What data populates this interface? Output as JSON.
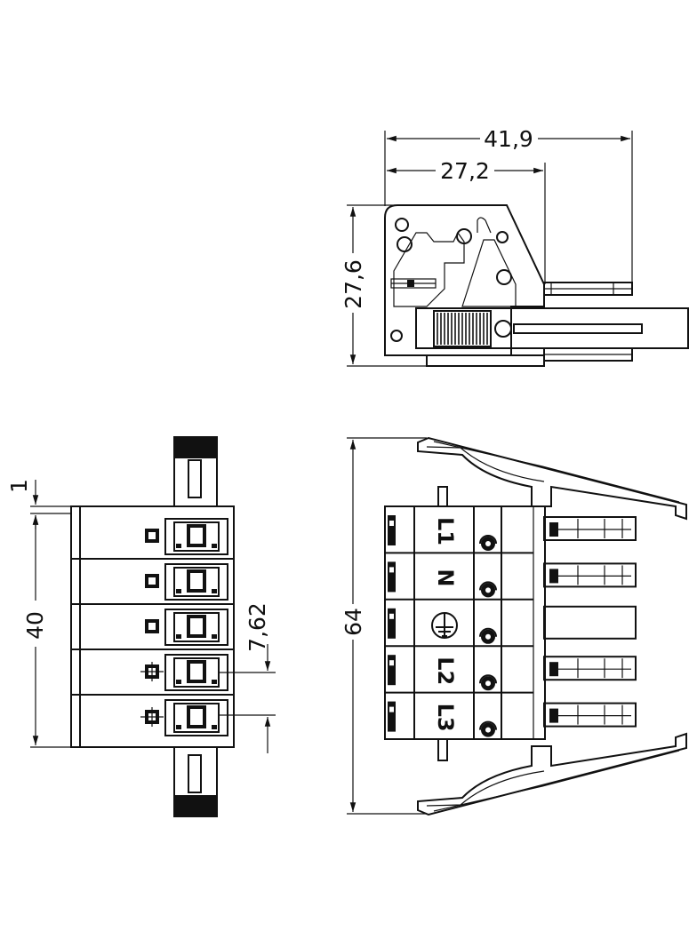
{
  "dimensions": {
    "top_view": {
      "width_total": "41,9",
      "width_partial": "27,2",
      "height": "27,6"
    },
    "front_view": {
      "overhang": "1",
      "height": "40",
      "pitch": "7,62"
    },
    "side_view": {
      "height": "64"
    }
  },
  "labels": {
    "pins": [
      "L1",
      "N",
      "",
      "L2",
      "L3"
    ],
    "ground_symbol": "earth-ground-icon"
  },
  "colors": {
    "line": "#111111",
    "background": "#ffffff"
  }
}
